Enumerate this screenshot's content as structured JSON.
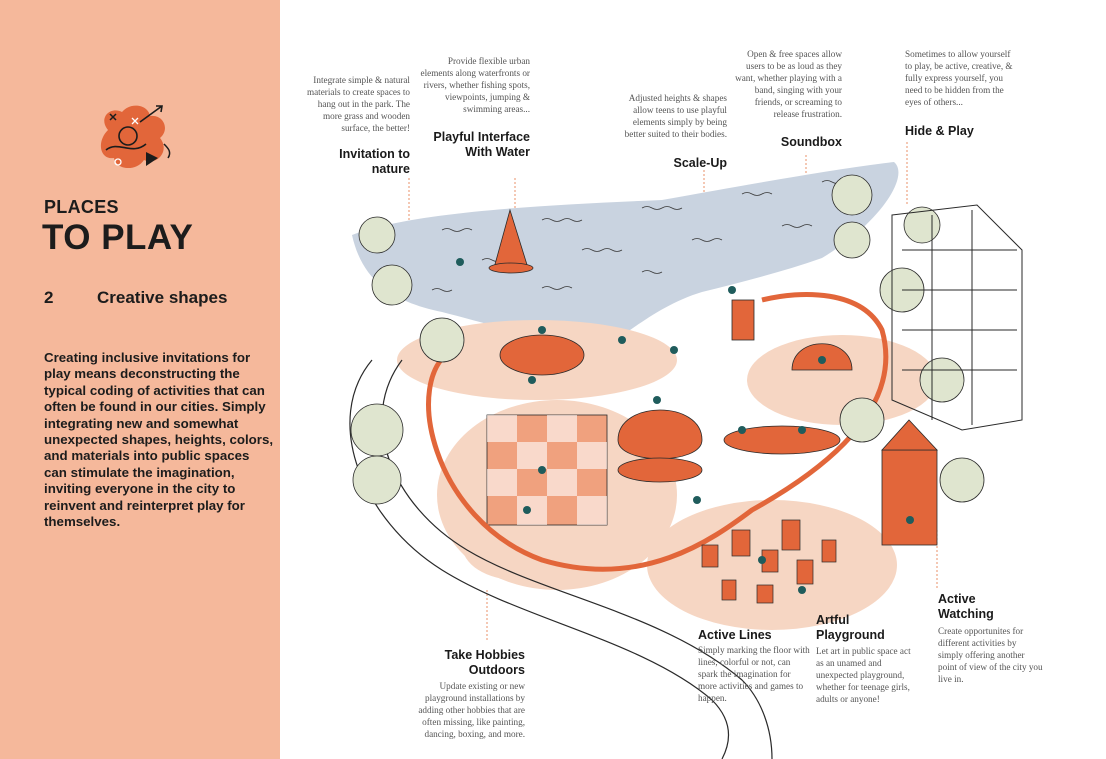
{
  "sidebar": {
    "kicker": "PLACES",
    "title": "TO PLAY",
    "section_number": "2",
    "section_title": "Creative shapes",
    "body": "Creating inclusive invitations for play means deconstructing the typical coding of activities that can often be found in our cities. Simply integrating new and somewhat unexpected shapes, heights, colors, and materials into public spaces can stimulate the imagination, inviting everyone in the city to reinvent and reinterpret play for themselves."
  },
  "annotations": {
    "nature": {
      "title": "Invitation to nature",
      "desc": "Integrate simple & natural materials to create spaces to hang out in the park. The more grass and wooden surface, the better!"
    },
    "water": {
      "title": "Playful Interface With Water",
      "desc": "Provide flexible urban elements along waterfronts or rivers, whether fishing spots, viewpoints, jumping & swimming areas..."
    },
    "scaleup": {
      "title": "Scale-Up",
      "desc": "Adjusted heights & shapes allow teens to use playful elements simply by being better suited to their bodies."
    },
    "soundbox": {
      "title": "Soundbox",
      "desc": "Open & free spaces allow users to be as loud as they want, whether playing with a band, singing with your friends, or screaming to release frustration."
    },
    "hide": {
      "title": "Hide & Play",
      "desc": "Sometimes to allow yourself to play, be active, creative, & fully express yourself, you need to be hidden from the eyes of others..."
    },
    "hobbies": {
      "title": "Take Hobbies Outdoors",
      "desc": "Update existing or new playground installations by adding other hobbies that are often missing, like painting, dancing, boxing, and more."
    },
    "lines": {
      "title": "Active Lines",
      "desc": "Simply marking the floor with lines, colorful or not, can spark the imagination for more activities and games to happen."
    },
    "artful": {
      "title": "Artful Playground",
      "desc": "Let art in public space act as an unamed and unexpected playground, whether for teenage girls, adults or anyone!"
    },
    "watching": {
      "title": "Active Watching",
      "desc": "Create opportunites for different activities by simply offering another point of view of the city you live in."
    }
  },
  "colors": {
    "sidebar_bg": "#f5b89b",
    "accent_orange": "#e2663a",
    "teal_figures": "#1f5c5c",
    "water": "#c9d3e0",
    "ground_peach": "#f6d6c3",
    "leader_line": "#e8906a"
  }
}
